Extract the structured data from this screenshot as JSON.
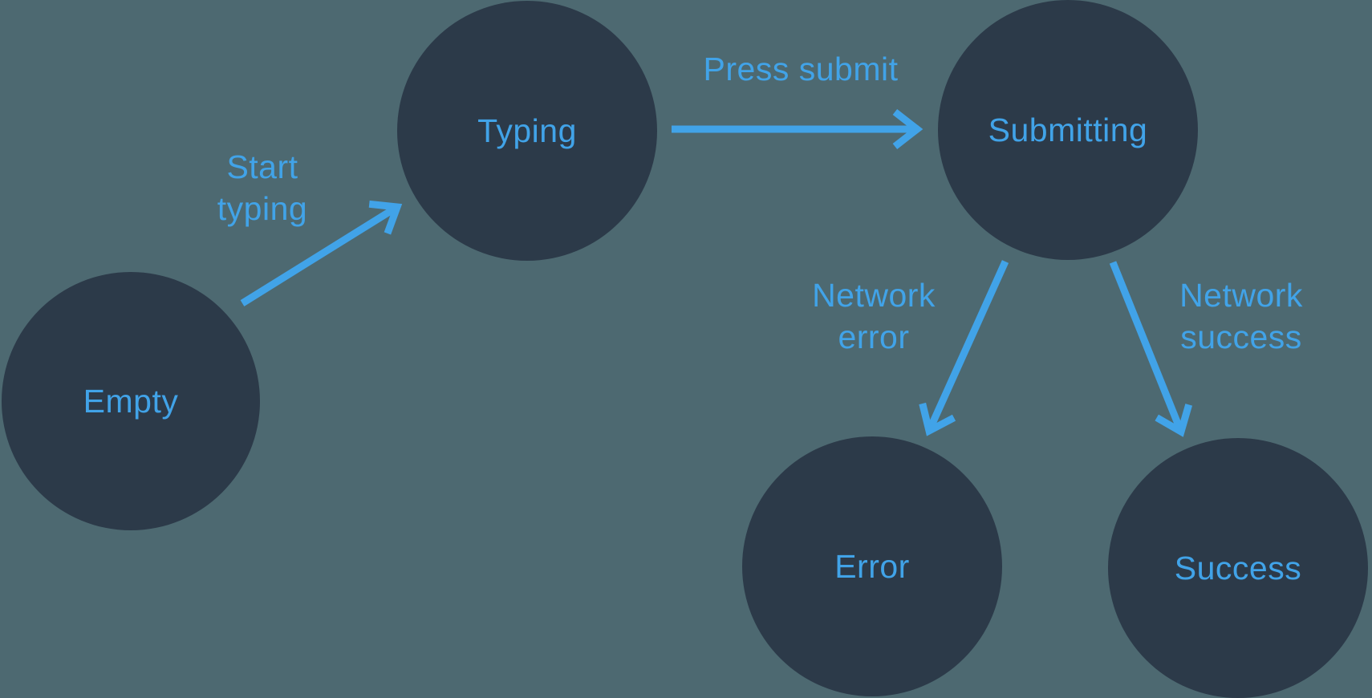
{
  "diagram_type": "state-machine",
  "colors": {
    "background": "#4D6971",
    "node_fill": "#2C3A49",
    "accent": "#41A3E8"
  },
  "nodes": {
    "empty": {
      "label": "Empty"
    },
    "typing": {
      "label": "Typing"
    },
    "submitting": {
      "label": "Submitting"
    },
    "error": {
      "label": "Error"
    },
    "success": {
      "label": "Success"
    }
  },
  "edges": {
    "start_typing": {
      "from": "empty",
      "to": "typing",
      "label_line1": "Start",
      "label_line2": "typing"
    },
    "press_submit": {
      "from": "typing",
      "to": "submitting",
      "label": "Press submit"
    },
    "network_error": {
      "from": "submitting",
      "to": "error",
      "label_line1": "Network",
      "label_line2": "error"
    },
    "network_success": {
      "from": "submitting",
      "to": "success",
      "label_line1": "Network",
      "label_line2": "success"
    }
  }
}
